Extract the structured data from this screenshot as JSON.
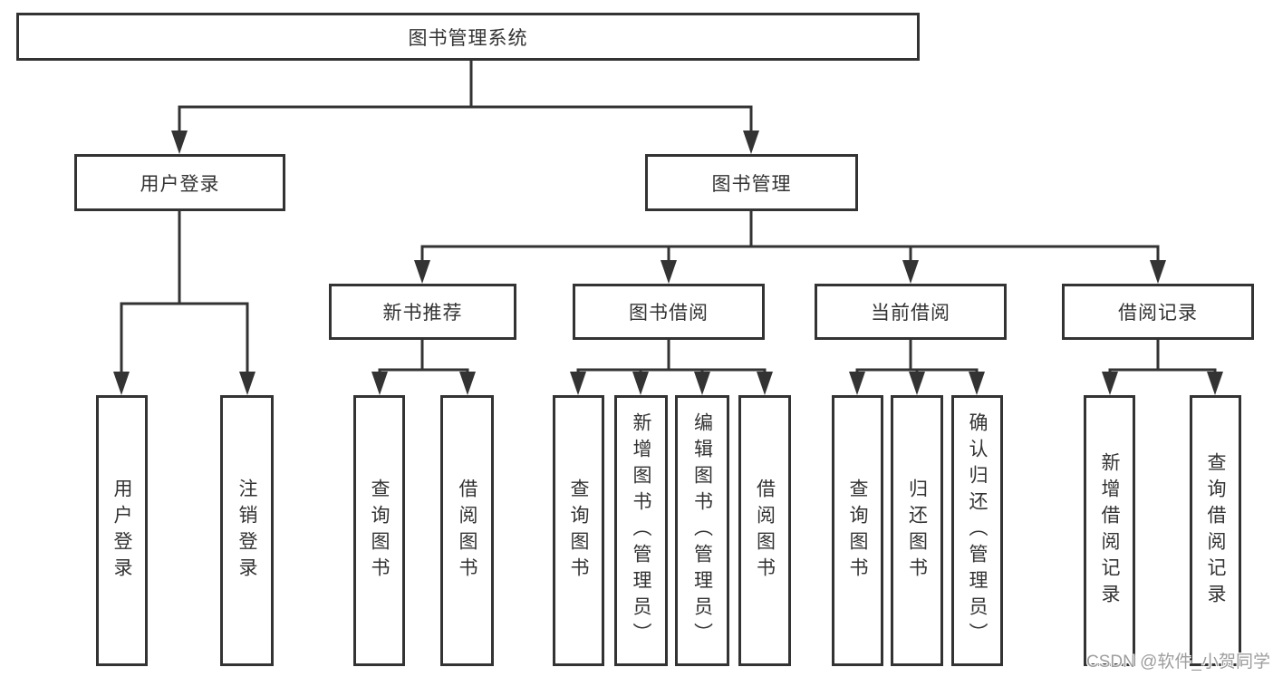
{
  "diagram": {
    "root": {
      "label": "图书管理系统"
    },
    "level2": [
      {
        "label": "用户登录"
      },
      {
        "label": "图书管理"
      }
    ],
    "level3": [
      {
        "label": "新书推荐"
      },
      {
        "label": "图书借阅"
      },
      {
        "label": "当前借阅"
      },
      {
        "label": "借阅记录"
      }
    ],
    "leaves": {
      "login": [
        {
          "label": "用户登录"
        },
        {
          "label": "注销登录"
        }
      ],
      "recommend": [
        {
          "label": "查询图书"
        },
        {
          "label": "借阅图书"
        }
      ],
      "borrow": [
        {
          "label": "查询图书"
        },
        {
          "label": "新增图书（管理员）"
        },
        {
          "label": "编辑图书（管理员）"
        },
        {
          "label": "借阅图书"
        }
      ],
      "current": [
        {
          "label": "查询图书"
        },
        {
          "label": "归还图书"
        },
        {
          "label": "确认归还（管理员）"
        }
      ],
      "records": [
        {
          "label": "新增借阅记录"
        },
        {
          "label": "查询借阅记录"
        }
      ]
    }
  },
  "watermark": {
    "text": "CSDN @软件_小贺同学"
  },
  "colors": {
    "line": "#333333",
    "text": "#333333",
    "background": "#ffffff",
    "watermark": "#9e9e9e"
  }
}
